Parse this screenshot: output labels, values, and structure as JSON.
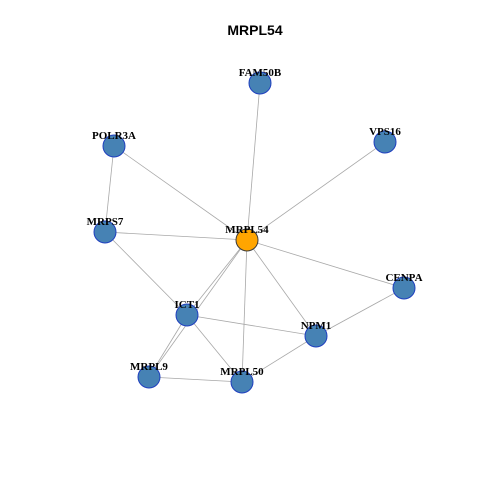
{
  "title": "MRPL54",
  "colors": {
    "node_fill": "#4682b4",
    "node_stroke": "#1f3fbf",
    "center_fill": "#ffa500",
    "center_stroke": "#3a3a3a",
    "edge": "#a8a8a8"
  },
  "nodes": [
    {
      "id": "MRPL54",
      "label": "MRPL54",
      "center": true
    },
    {
      "id": "FAM50B",
      "label": "FAM50B"
    },
    {
      "id": "POLR3A",
      "label": "POLR3A"
    },
    {
      "id": "VPS16",
      "label": "VPS16"
    },
    {
      "id": "MRPS7",
      "label": "MRPS7"
    },
    {
      "id": "CENPA",
      "label": "CENPA"
    },
    {
      "id": "ICT1",
      "label": "ICT1"
    },
    {
      "id": "NPM1",
      "label": "NPM1"
    },
    {
      "id": "MRPL9",
      "label": "MRPL9"
    },
    {
      "id": "MRPL50",
      "label": "MRPL50"
    }
  ],
  "edges": [
    [
      "MRPL54",
      "FAM50B"
    ],
    [
      "MRPL54",
      "POLR3A"
    ],
    [
      "MRPL54",
      "VPS16"
    ],
    [
      "MRPL54",
      "MRPS7"
    ],
    [
      "MRPL54",
      "CENPA"
    ],
    [
      "MRPL54",
      "ICT1"
    ],
    [
      "MRPL54",
      "NPM1"
    ],
    [
      "MRPL54",
      "MRPL9"
    ],
    [
      "MRPL54",
      "MRPL50"
    ],
    [
      "POLR3A",
      "MRPS7"
    ],
    [
      "MRPS7",
      "ICT1"
    ],
    [
      "ICT1",
      "NPM1"
    ],
    [
      "ICT1",
      "MRPL9"
    ],
    [
      "ICT1",
      "MRPL50"
    ],
    [
      "CENPA",
      "NPM1"
    ],
    [
      "NPM1",
      "MRPL50"
    ],
    [
      "MRPL9",
      "MRPL50"
    ]
  ]
}
